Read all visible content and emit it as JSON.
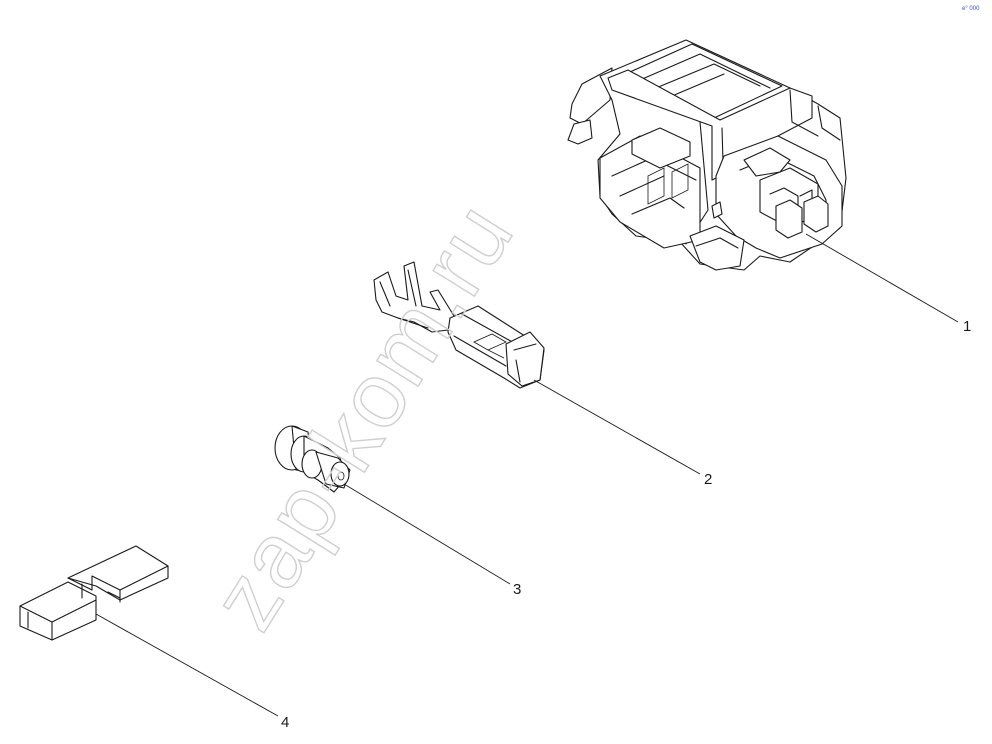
{
  "callouts": [
    {
      "id": "1",
      "label": "1"
    },
    {
      "id": "2",
      "label": "2"
    },
    {
      "id": "3",
      "label": "3"
    },
    {
      "id": "4",
      "label": "4"
    }
  ],
  "watermark": "zap-kom.ru",
  "corner_mark": "e° 000",
  "colors": {
    "line": "#1a1a1a",
    "watermark": "#cfcfcf",
    "corner": "#2f55c8",
    "background": "#ffffff"
  }
}
